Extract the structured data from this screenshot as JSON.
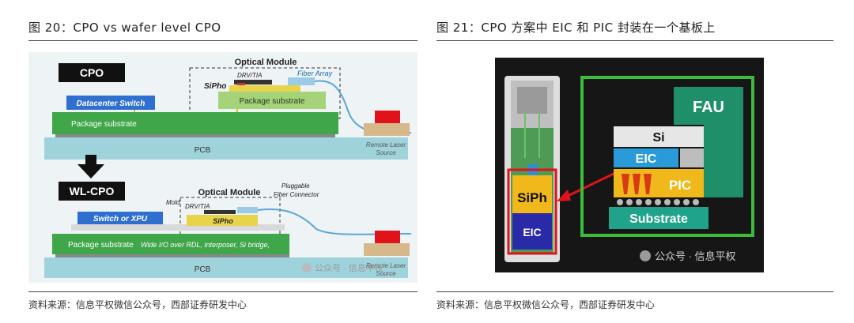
{
  "left": {
    "title": "图 20：CPO vs wafer level CPO",
    "source": "资料来源：信息平权微信公众号，西部证券研发中心",
    "diagram": {
      "cpo_label": "CPO",
      "optical_module_top": "Optical Module",
      "siPho_top": "SiPho",
      "drv_tia_top": "DRV/TIA",
      "fiber_array": "Fiber Array",
      "datacenter_switch": "Datacenter Switch",
      "package_substrate_small": "Package substrate",
      "package_substrate_top": "Package substrate",
      "pcb_top": "PCB",
      "remote_laser_top_1": "Remote Laser",
      "remote_laser_top_2": "Source",
      "wlcpo_label": "WL-CPO",
      "mold": "Mold",
      "optical_module_bottom": "Optical Module",
      "pluggable_1": "Pluggable",
      "pluggable_2": "Fiber Connector",
      "drv_tia_bottom": "DRV/TIA",
      "switch_xpu": "Switch or XPU",
      "siPho_bottom": "SiPho",
      "package_substrate_bottom": "Package substrate",
      "wide_io": "Wide I/O over RDL, interposer, Si bridge,",
      "pcb_bottom": "PCB",
      "remote_laser_bottom_1": "Remote Laser",
      "remote_laser_bottom_2": "Source",
      "watermark": "公众号 · 信息平权"
    }
  },
  "right": {
    "title": "图 21：CPO 方案中 EIC 和 PIC 封装在一个基板上",
    "source": "资料来源：信息平权微信公众号，西部证券研发中心",
    "diagram": {
      "fau": "FAU",
      "si": "Si",
      "eic": "EIC",
      "pic": "PIC",
      "substrate": "Substrate",
      "siph": "SiPh",
      "eic_small": "EIC",
      "watermark": "公众号 · 信息平权"
    }
  }
}
